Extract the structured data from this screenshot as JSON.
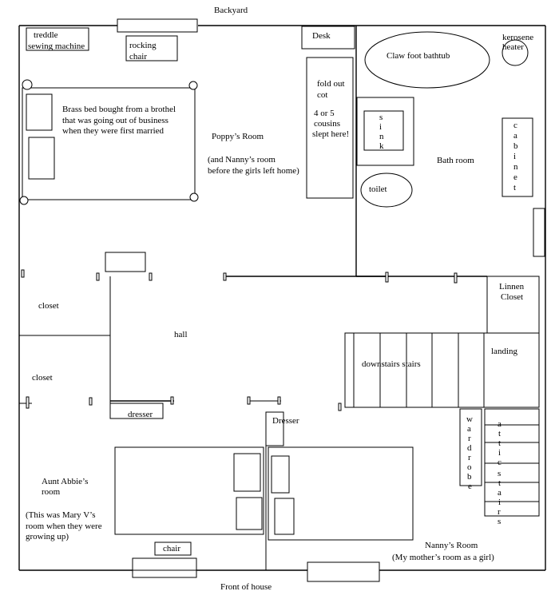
{
  "title_top": "Backyard",
  "title_bottom": "Front of house",
  "poppys_room": {
    "name": "Poppy’s Room",
    "note": "(and Nanny’s room",
    "note2": "before the girls left home)",
    "treddle": [
      "treddle",
      "sewing machine"
    ],
    "rocking_chair": [
      "rocking",
      "chair"
    ],
    "bed": [
      "Brass bed bought from a brothel",
      "that was going out of business",
      "when they were first married"
    ],
    "desk": "Desk",
    "cot": [
      "fold out",
      "cot",
      "4  or 5",
      "cousins",
      "slept here!"
    ]
  },
  "bathroom": {
    "name": "Bath room",
    "tub": "Claw foot bathtub",
    "heater": [
      "kerosene",
      "heater"
    ],
    "sink": [
      "s",
      "i",
      "n",
      "k"
    ],
    "toilet": "toilet",
    "cabinet": [
      "c",
      "a",
      "b",
      "i",
      "n",
      "e",
      "t"
    ]
  },
  "linen_closet": [
    "Linnen",
    "Closet"
  ],
  "closet1": "closet",
  "closet2": "closet",
  "hall": "hall",
  "dresser_small": "dresser",
  "dresser_big": "Dresser",
  "downstairs": "downstairs stairs",
  "landing": "landing",
  "wardrobe": [
    "w",
    "a",
    "r",
    "d",
    "r",
    "o",
    "b",
    "e"
  ],
  "attic": [
    "a",
    "t",
    "t",
    "i",
    "c",
    "s",
    "t",
    "a",
    "i",
    "r",
    "s"
  ],
  "abbie": {
    "name": [
      "Aunt Abbie’s",
      "room"
    ],
    "note": [
      "(This was Mary V’s",
      "room when they were",
      "growing up)"
    ],
    "chair": "chair"
  },
  "nanny": {
    "name": "Nanny’s Room",
    "note": "(My mother’s room as a girl)"
  }
}
